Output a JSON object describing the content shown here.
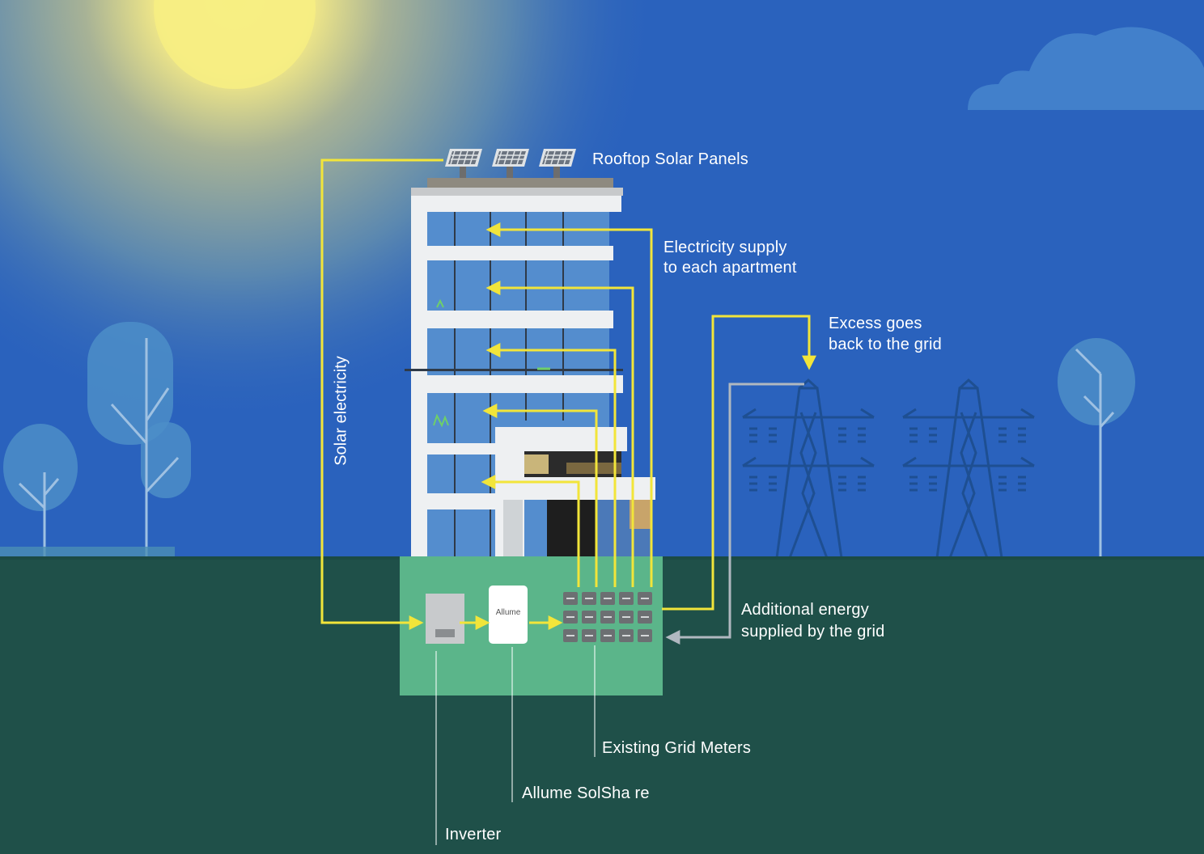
{
  "labels": {
    "rooftop": "Rooftop Solar Panels",
    "supply_line1": "Electricity supply",
    "supply_line2": "to each apartment",
    "excess_line1": "Excess goes",
    "excess_line2": "back to the grid",
    "solar_electricity": "Solar electricity",
    "additional_line1": "Additional energy",
    "additional_line2": "supplied by the grid",
    "meters": "Existing Grid Meters",
    "solshare": "Allume SolSha re",
    "inverter": "Inverter",
    "brand": "Allume"
  },
  "colors": {
    "sky": "#2a62bd",
    "sun": "#f5e87a",
    "ground": "#1f5049",
    "utility_room": "#5bb58a",
    "solar_flow": "#f2e53a",
    "grid_flow": "#b0b8c0",
    "building": "#eef0f2",
    "glass": "#5b95d6"
  }
}
